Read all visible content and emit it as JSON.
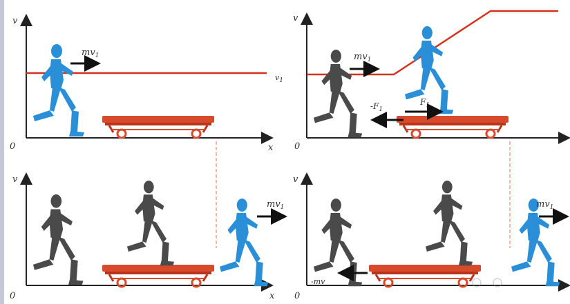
{
  "labels": {
    "v": "v",
    "x": "x",
    "origin": "0",
    "momentum": "mv",
    "momentum_sub": "1",
    "v1": "v",
    "v1_sub": "1",
    "force": "F",
    "force_sub": "1",
    "neg_force": "-F",
    "neg_force_sub": "1",
    "neg_mv": "-mv"
  },
  "colors": {
    "background": "#ffffff",
    "axis": "#222222",
    "curve": "#d4321e",
    "cart": "#d84a2c",
    "cart_dark": "#b8341c",
    "runner_blue": "#2a8fd6",
    "runner_gray": "#4a4a4a",
    "arrow": "#111111",
    "guide": "#e98870",
    "frame": "#c7c7d9"
  },
  "icons": {
    "runner": "running-person-icon",
    "cart": "cart-icon",
    "arrow": "arrow-icon"
  }
}
